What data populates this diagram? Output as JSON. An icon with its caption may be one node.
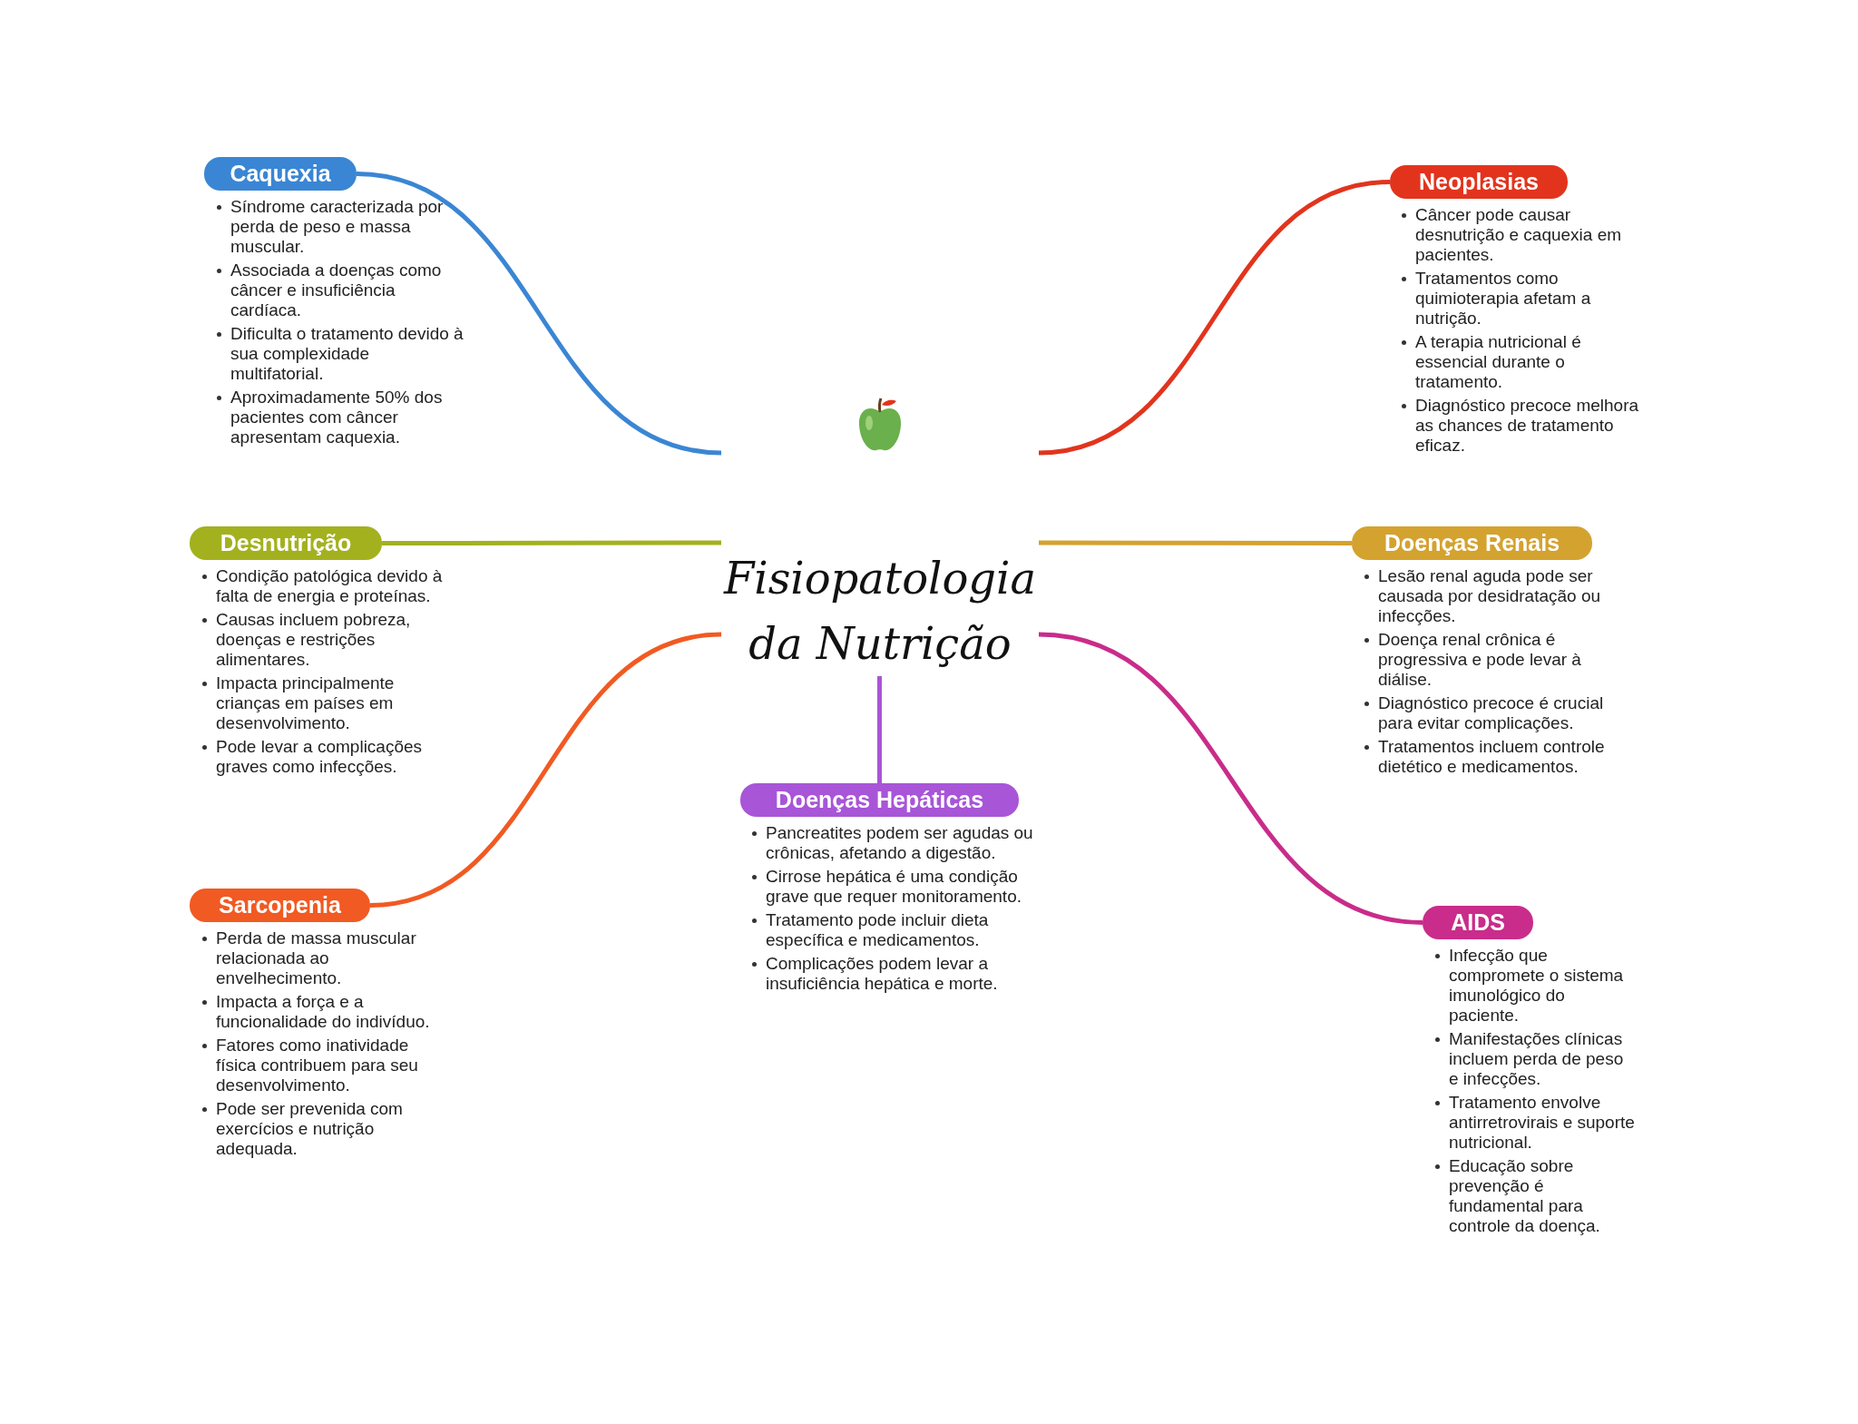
{
  "diagram": {
    "nodes": [
      {
        "text": [
          "Fisiopatologia da Nutrição"
        ]
      },
      {
        "text": [
          "Caquexia"
        ],
        "beside": [
          "Síndrome caracterizada por perda de peso e massa muscular.",
          "Associada a doenças como câncer e insuficiência cardíaca.",
          "Dificulta o tratamento devido à sua complexidade multifatorial.",
          "Aproximadamente 50% dos pacientes com câncer apresentam caquexia."
        ]
      },
      {
        "text": [
          "Neoplasias"
        ],
        "beside": [
          "Câncer pode causar desnutrição e caquexia em pacientes.",
          "Tratamentos como quimioterapia afetam a nutrição.",
          "A terapia nutricional é essencial durante o tratamento.",
          "Diagnóstico precoce melhora as chances de tratamento eficaz."
        ]
      },
      {
        "text": [
          "Desnutrição"
        ],
        "beside": [
          "Condição patológica devido à falta de energia e proteínas.",
          "Causas incluem pobreza, doenças e restrições alimentares.",
          "Impacta principalmente crianças em países em desenvolvimento.",
          "Pode levar a complicações graves como infecções."
        ]
      },
      {
        "text": [
          "Doenças Renais"
        ],
        "beside": [
          "Lesão renal aguda pode ser causada por desidratação ou infecções.",
          "Doença renal crônica é progressiva e pode levar à diálise.",
          "Diagnóstico precoce é crucial para evitar complicações.",
          "Tratamentos incluem controle dietético e medicamentos."
        ]
      },
      {
        "text": [
          "Doenças Hepáticas"
        ],
        "beside": [
          "Pancreatites podem ser agudas ou crônicas, afetando a digestão.",
          "Cirrose hepática é uma condição grave que requer monitoramento.",
          "Tratamento pode incluir dieta específica e medicamentos.",
          "Complicações podem levar a insuficiência hepática e morte."
        ]
      },
      {
        "text": [
          "Sarcopenia"
        ],
        "beside": [
          "Perda de massa muscular relacionada ao envelhecimento.",
          "Impacta a força e a funcionalidade do indivíduo.",
          "Fatores como inatividade física contribuem para seu desenvolvimento.",
          "Pode ser prevenida com exercícios e nutrição adequada."
        ]
      },
      {
        "text": [
          "AIDS"
        ],
        "beside": [
          "Infecção que compromete o sistema imunológico do paciente.",
          "Manifestações clínicas incluem perda de peso e infecções.",
          "Tratamento envolve antirretrovirais e suporte nutricional.",
          "Educação sobre prevenção é fundamental para controle da doença."
        ]
      }
    ],
    "edges": [
      {
        "from": 0,
        "to": 1,
        "arrow": "none",
        "color": "#3a86d4"
      },
      {
        "from": 0,
        "to": 2,
        "arrow": "none",
        "color": "#e2341d"
      },
      {
        "from": 0,
        "to": 3,
        "arrow": "none",
        "color": "#a3b11f"
      },
      {
        "from": 0,
        "to": 4,
        "arrow": "none",
        "color": "#d4a22f"
      },
      {
        "from": 0,
        "to": 5,
        "arrow": "none",
        "color": "#a855d8"
      },
      {
        "from": 0,
        "to": 6,
        "arrow": "none",
        "color": "#f15a22"
      },
      {
        "from": 0,
        "to": 7,
        "arrow": "none",
        "color": "#c92c8a"
      }
    ]
  }
}
